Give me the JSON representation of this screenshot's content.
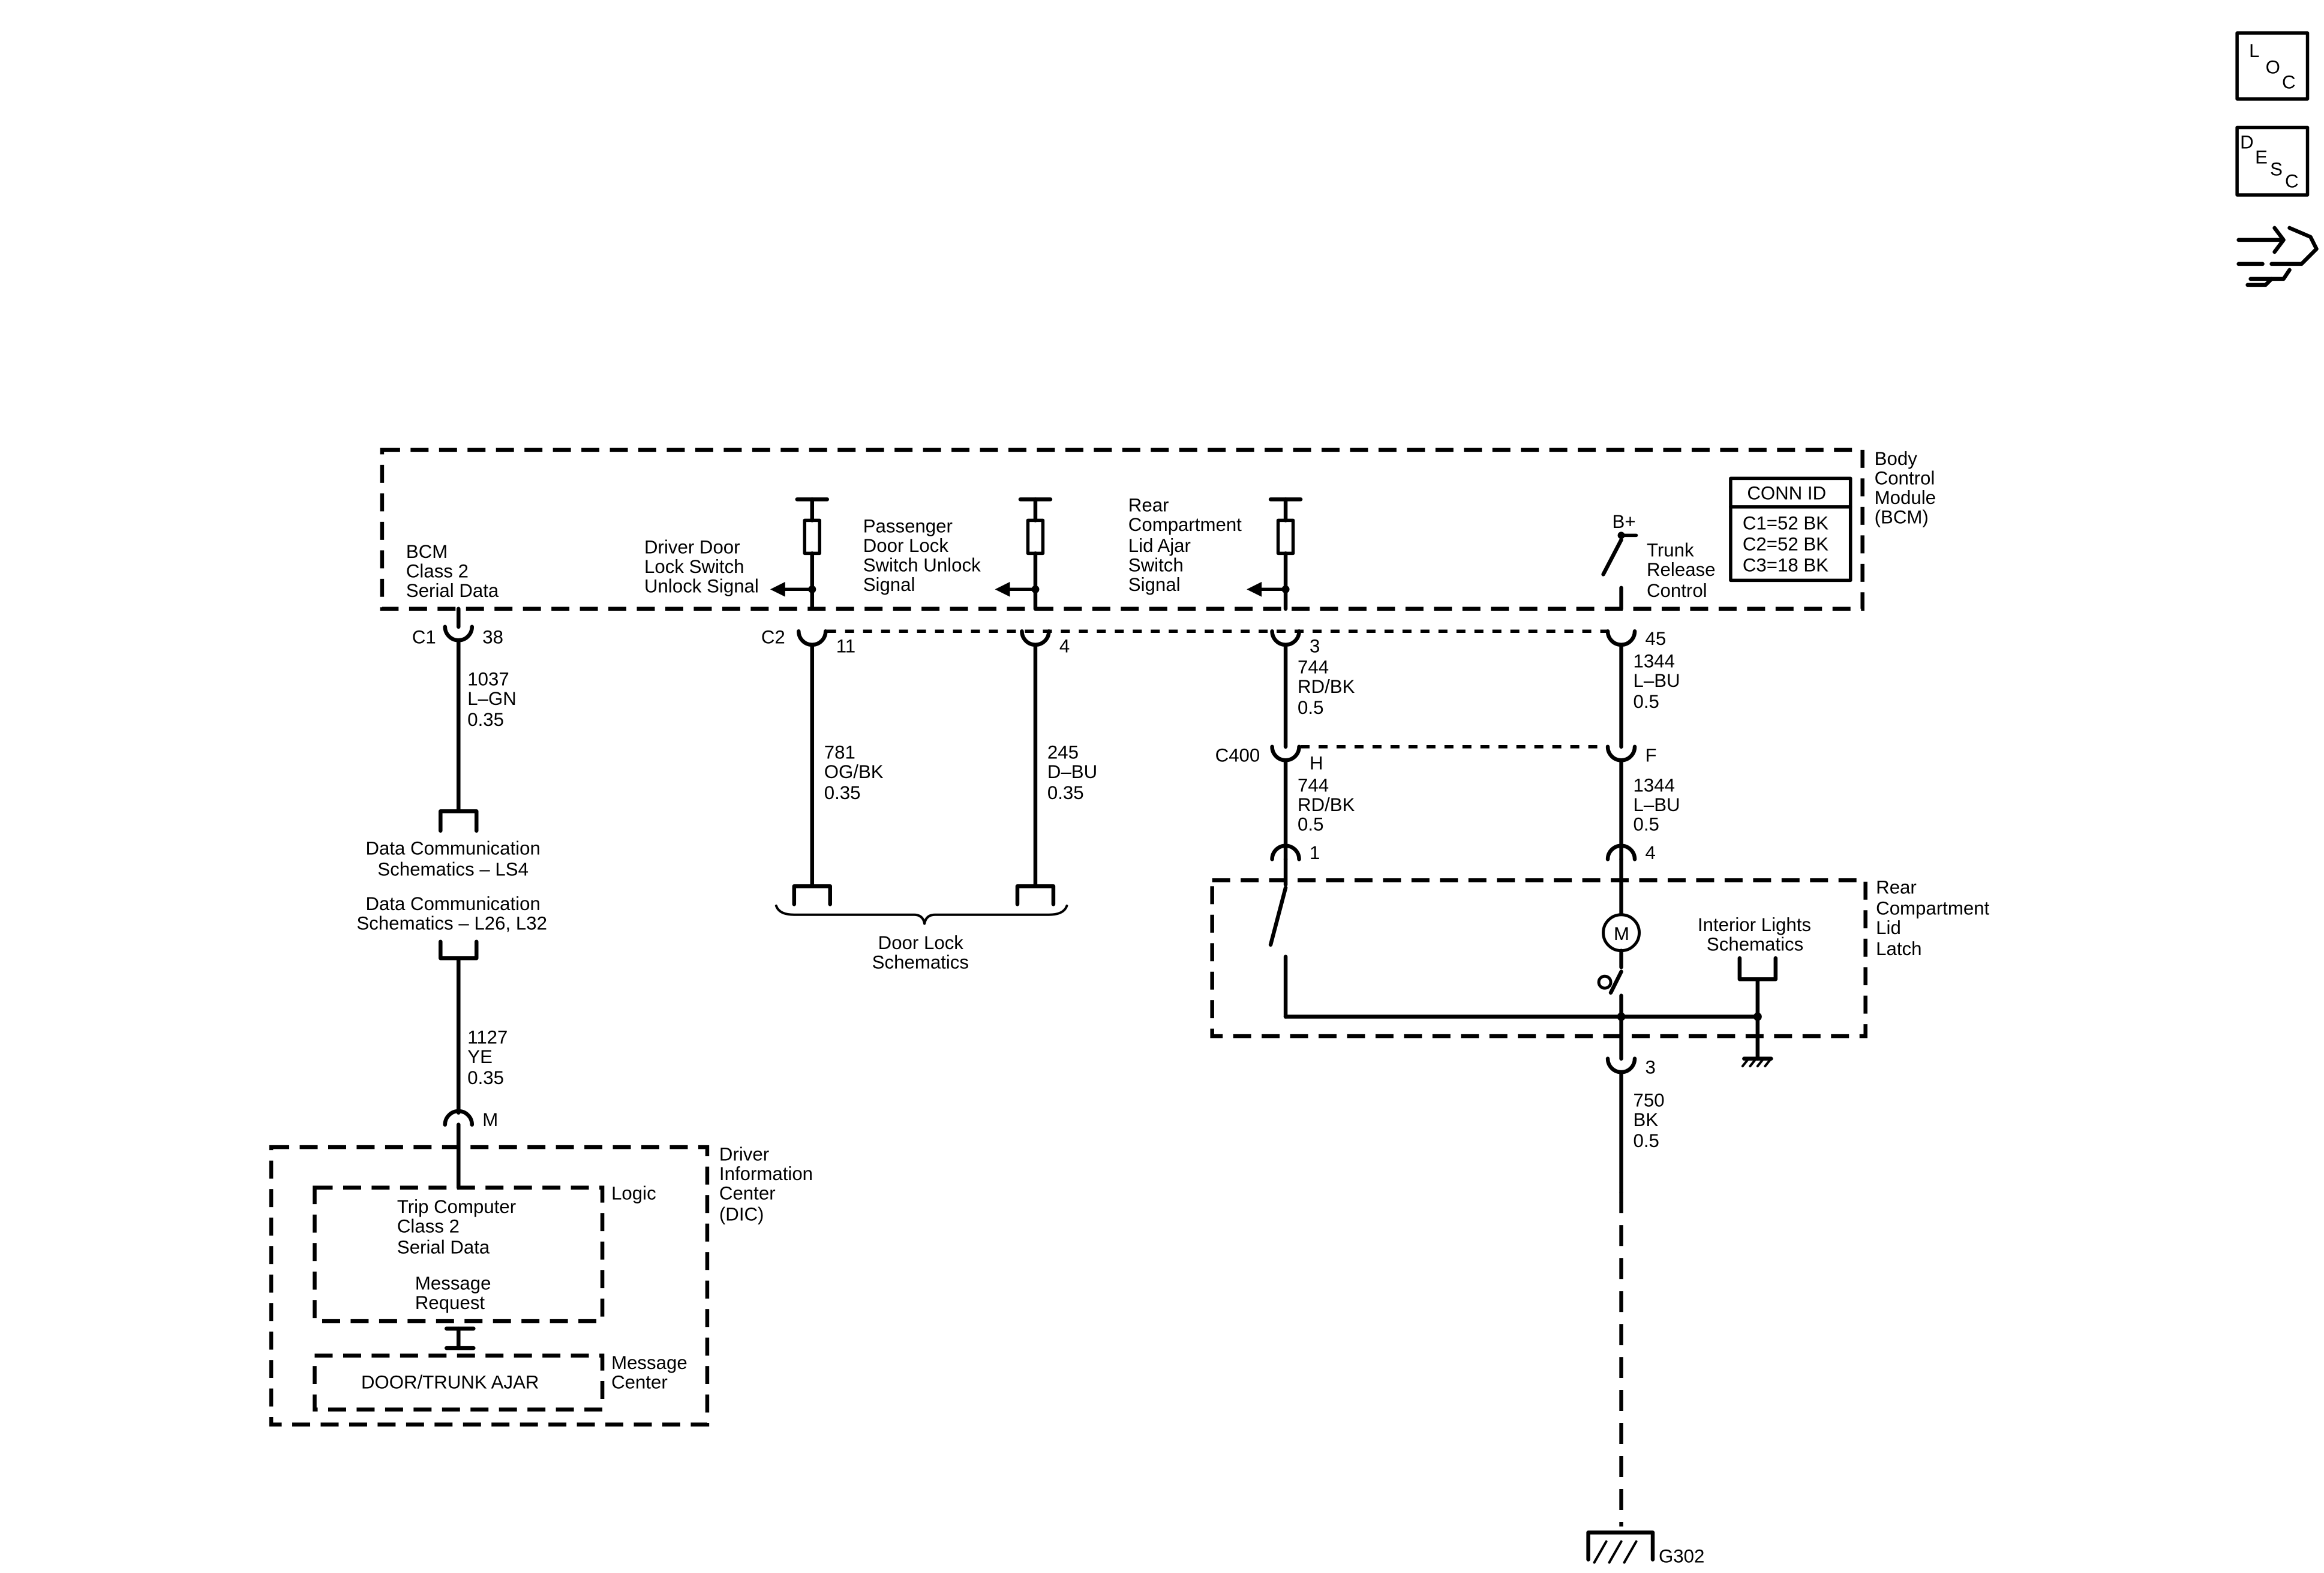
{
  "nav": {
    "loc": [
      "L",
      "O",
      "C"
    ],
    "desc": [
      "D",
      "E",
      "S",
      "C"
    ]
  },
  "bcm": {
    "title": [
      "Body",
      "Control",
      "Module",
      "(BCM)"
    ],
    "conn_header": "CONN ID",
    "conn_rows": [
      "C1=52 BK",
      "C2=52 BK",
      "C3=18 BK"
    ],
    "serial_label": [
      "BCM",
      "Class 2",
      "Serial Data"
    ],
    "driver_label": [
      "Driver Door",
      "Lock Switch",
      "Unlock Signal"
    ],
    "passenger_label": [
      "Passenger",
      "Door Lock",
      "Switch Unlock",
      "Signal"
    ],
    "rear_label": [
      "Rear",
      "Compartment",
      "Lid Ajar",
      "Switch",
      "Signal"
    ],
    "bplus": "B+",
    "trunk_label": [
      "Trunk",
      "Release",
      "Control"
    ]
  },
  "connectors": {
    "c1": "C1",
    "c1_pin": "38",
    "c2": "C2",
    "c2_pin_a": "11",
    "c2_pin_b": "4",
    "c2_pin_c": "3",
    "c2_pin_d": "45",
    "c400": "C400",
    "c400_pin_h": "H",
    "c400_pin_f": "F",
    "latch_pin_1": "1",
    "latch_pin_4": "4",
    "latch_pin_3": "3",
    "dic_pin_m": "M"
  },
  "wires": {
    "w1037": [
      "1037",
      "L–GN",
      "0.35"
    ],
    "w781": [
      "781",
      "OG/BK",
      "0.35"
    ],
    "w245": [
      "245",
      "D–BU",
      "0.35"
    ],
    "w744a": [
      "744",
      "RD/BK",
      "0.5"
    ],
    "w1344a": [
      "1344",
      "L–BU",
      "0.5"
    ],
    "w744b": [
      "744",
      "RD/BK",
      "0.5"
    ],
    "w1344b": [
      "1344",
      "L–BU",
      "0.5"
    ],
    "w1127": [
      "1127",
      "YE",
      "0.35"
    ],
    "w750": [
      "750",
      "BK",
      "0.5"
    ]
  },
  "refs": {
    "data_comm_ls4": [
      "Data Communication",
      "Schematics – LS4"
    ],
    "data_comm_l26": [
      "Data Communication",
      "Schematics – L26, L32"
    ],
    "door_lock": [
      "Door Lock",
      "Schematics"
    ],
    "interior_lights": [
      "Interior Lights",
      "Schematics"
    ]
  },
  "latch": {
    "title": [
      "Rear",
      "Compartment",
      "Lid",
      "Latch"
    ],
    "motor": "M"
  },
  "dic": {
    "title": [
      "Driver",
      "Information",
      "Center",
      "(DIC)"
    ],
    "logic_label": "Logic",
    "trip_label": [
      "Trip Computer",
      "Class 2",
      "Serial Data"
    ],
    "message_request": [
      "Message",
      "Request"
    ],
    "message_center_label": [
      "Message",
      "Center"
    ],
    "message_text": "DOOR/TRUNK AJAR"
  },
  "ground": {
    "label": "G302"
  }
}
